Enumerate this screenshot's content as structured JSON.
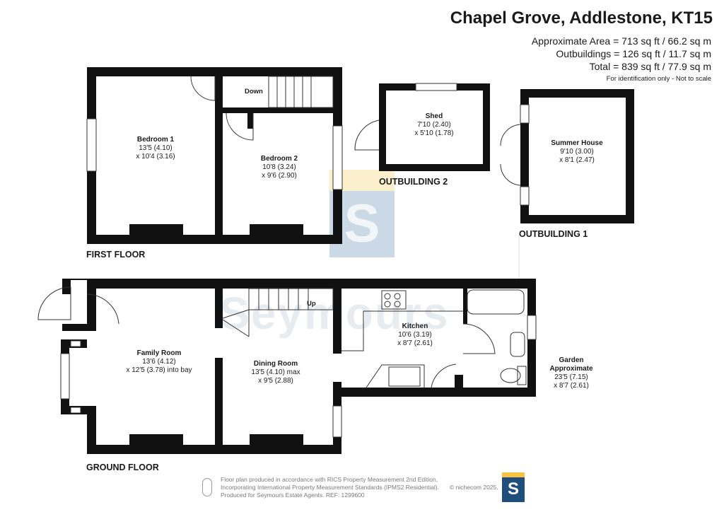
{
  "header": {
    "title": "Chapel Grove, Addlestone, KT15",
    "area_lines": [
      "Approximate Area = 713 sq ft / 66.2 sq m",
      "Outbuildings = 126 sq ft / 11.7 sq m",
      "Total = 839 sq ft / 77.9 sq m"
    ],
    "note": "For identification only - Not to scale"
  },
  "floors": {
    "first": "FIRST FLOOR",
    "ground": "GROUND FLOOR",
    "outbuilding1": "OUTBUILDING 1",
    "outbuilding2": "OUTBUILDING 2"
  },
  "rooms": {
    "bedroom1": {
      "name": "Bedroom 1",
      "dim1": "13'5 (4.10)",
      "dim2": "x 10'4 (3.16)"
    },
    "bedroom2": {
      "name": "Bedroom 2",
      "dim1": "10'8 (3.24)",
      "dim2": "x 9'6 (2.90)"
    },
    "shed": {
      "name": "Shed",
      "dim1": "7'10 (2.40)",
      "dim2": "x 5'10 (1.78)"
    },
    "summer_house": {
      "name": "Summer House",
      "dim1": "9'10 (3.00)",
      "dim2": "x 8'1 (2.47)"
    },
    "family_room": {
      "name": "Family Room",
      "dim1": "13'6 (4.12)",
      "dim2": "x 12'5 (3.78) into bay"
    },
    "dining_room": {
      "name": "Dining Room",
      "dim1": "13'5 (4.10) max",
      "dim2": "x 9'5 (2.88)"
    },
    "kitchen": {
      "name": "Kitchen",
      "dim1": "10'6 (3.19)",
      "dim2": "x 8'7 (2.61)"
    },
    "garden": {
      "name": "Garden",
      "sub": "Approximate",
      "dim1": "23'5 (7.15)",
      "dim2": "x 8'7 (2.61)"
    }
  },
  "stairs": {
    "down": "Down",
    "up": "Up"
  },
  "watermark": {
    "text": "Seymours",
    "logo_letter": "S"
  },
  "footer": {
    "lines": [
      "Floor plan produced in accordance with RICS Property Measurement 2nd Edition,",
      "Incorporating International Property Measurement Standards (IPMS2 Residential).",
      "Produced for Seymours Estate Agents.   REF: 1299600"
    ],
    "copyright": "© nichecom 2025.",
    "logo_letter": "S"
  },
  "colors": {
    "wall": "#111111",
    "logo_blue": "#1f4e7a",
    "logo_yellow": "#f6c344"
  }
}
